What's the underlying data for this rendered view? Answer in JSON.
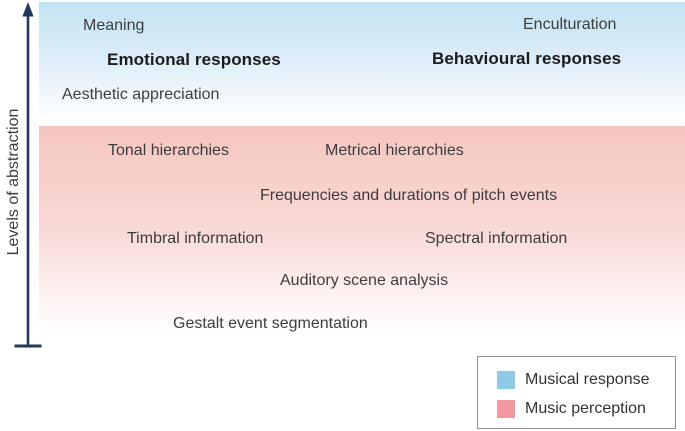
{
  "figure": {
    "axis": {
      "label": "Levels of abstraction",
      "color": "#21395b"
    },
    "musical_response_region": {
      "name": "Musical response",
      "top_color": "#c2e3f3",
      "labels": {
        "meaning": "Meaning",
        "enculturation": "Enculturation",
        "emotional_responses": "Emotional responses",
        "behavioural_responses": "Behavioural responses",
        "aesthetic_appreciation": "Aesthetic appreciation"
      }
    },
    "music_perception_region": {
      "name": "Music perception",
      "top_color": "#f5c6c1",
      "labels": {
        "tonal_hierarchies": "Tonal hierarchies",
        "metrical_hierarchies": "Metrical hierarchies",
        "frequencies_durations": "Frequencies and durations of pitch events",
        "timbral_information": "Timbral information",
        "spectral_information": "Spectral information",
        "auditory_scene_analysis": "Auditory scene analysis",
        "gestalt_event_segmentation": "Gestalt event segmentation"
      }
    },
    "legend": {
      "items": [
        {
          "label": "Musical response",
          "color": "#8ecbe9"
        },
        {
          "label": "Music perception",
          "color": "#f0989e"
        }
      ]
    }
  }
}
